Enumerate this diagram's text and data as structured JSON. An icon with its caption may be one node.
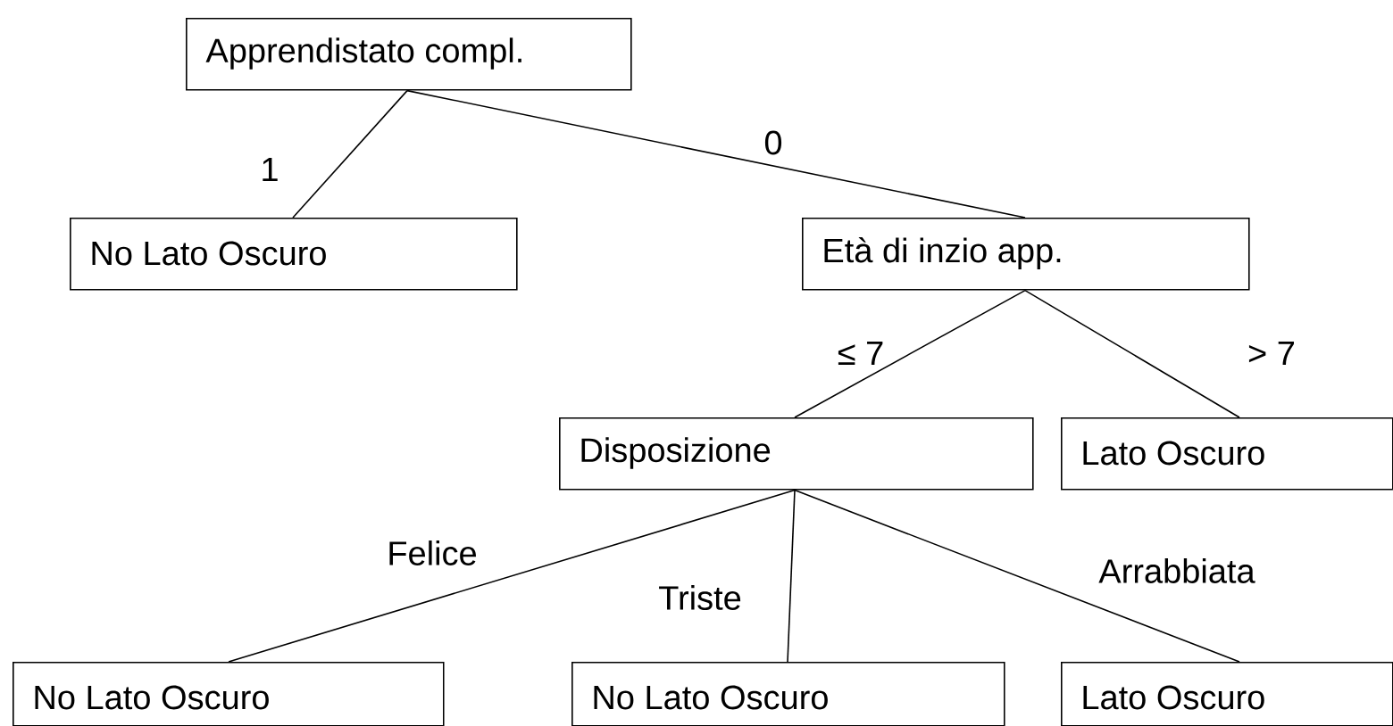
{
  "diagram": {
    "nodes": [
      {
        "text": [
          "Apprendistato compl."
        ]
      },
      {
        "text": [
          "No Lato Oscuro"
        ]
      },
      {
        "text": [
          "Età di inzio app."
        ]
      },
      {
        "text": [
          "Disposizione"
        ]
      },
      {
        "text": [
          "Lato Oscuro"
        ]
      },
      {
        "text": [
          "No Lato Oscuro"
        ]
      },
      {
        "text": [
          "No Lato Oscuro"
        ]
      },
      {
        "text": [
          "Lato Oscuro"
        ]
      }
    ],
    "edges": [
      {
        "from": 0,
        "to": 1,
        "arrow": "none",
        "label": "1"
      },
      {
        "from": 0,
        "to": 2,
        "arrow": "none",
        "label": "0"
      },
      {
        "from": 2,
        "to": 3,
        "arrow": "none",
        "label": "≤ 7"
      },
      {
        "from": 2,
        "to": 4,
        "arrow": "none",
        "label": "> 7"
      },
      {
        "from": 3,
        "to": 5,
        "arrow": "none",
        "label": "Felice"
      },
      {
        "from": 3,
        "to": 6,
        "arrow": "none",
        "label": "Triste"
      },
      {
        "from": 3,
        "to": 7,
        "arrow": "none",
        "label": "Arrabbiata"
      }
    ]
  }
}
